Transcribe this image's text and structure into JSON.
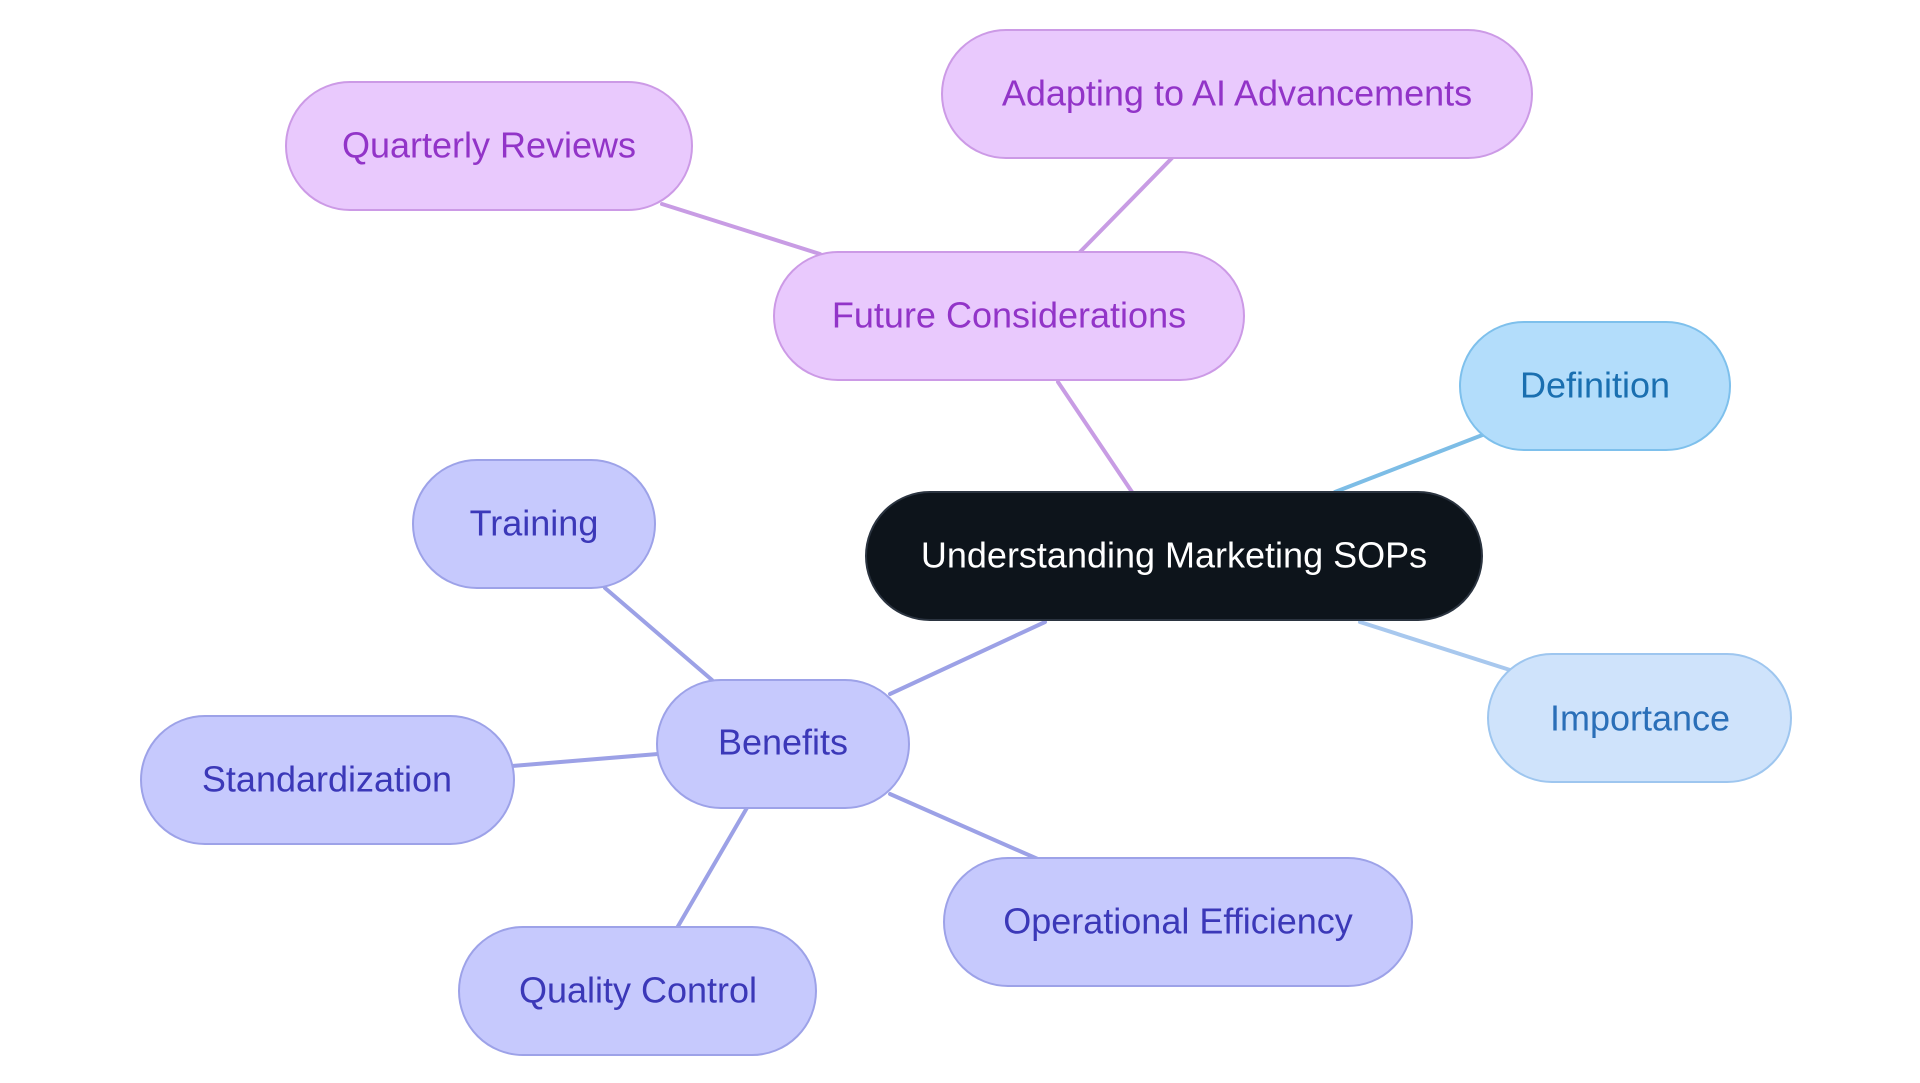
{
  "diagram": {
    "root": {
      "label": "Understanding Marketing SOPs",
      "fill": "#0d141b",
      "stroke": "#2b3440",
      "text_color": "#ffffff"
    },
    "branches": {
      "definition": {
        "label": "Definition",
        "fill": "#b3ddfb",
        "stroke": "#7ec0ec",
        "text_color": "#1a6fb0",
        "edge_color": "#7dbde6"
      },
      "importance": {
        "label": "Importance",
        "fill": "#cfe3fb",
        "stroke": "#9ec6ef",
        "text_color": "#2a6fb8",
        "edge_color": "#a8c8ee"
      },
      "future_considerations": {
        "label": "Future Considerations",
        "fill": "#e9c9fd",
        "stroke": "#cc9ae6",
        "text_color": "#9234c8",
        "edge_color": "#c89ce4",
        "children": {
          "quarterly_reviews": {
            "label": "Quarterly Reviews"
          },
          "adapting_ai": {
            "label": "Adapting to AI Advancements"
          }
        }
      },
      "benefits": {
        "label": "Benefits",
        "fill": "#c6c9fd",
        "stroke": "#9da2e8",
        "text_color": "#3b38b8",
        "edge_color": "#9ca1e6",
        "children": {
          "training": {
            "label": "Training"
          },
          "standardization": {
            "label": "Standardization"
          },
          "quality_control": {
            "label": "Quality Control"
          },
          "operational_efficiency": {
            "label": "Operational Efficiency"
          }
        }
      }
    }
  }
}
